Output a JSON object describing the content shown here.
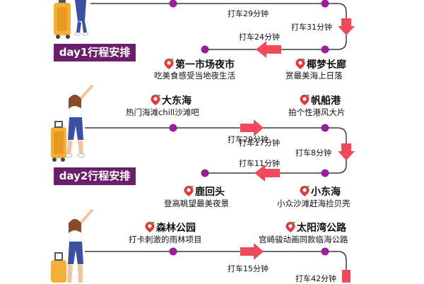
{
  "colors": {
    "line": "#3a3a3a",
    "node": "#9a1d9a",
    "arrow": "#f04a5a",
    "label_bg": "#6b1f6b",
    "pin": "#e23a3a",
    "pin_leaf": "#3fb34f"
  },
  "icons": {
    "pin": "map-pin-icon",
    "arrow": "arrow-icon",
    "traveler": "traveler-illustration"
  },
  "days": [
    {
      "label": "day1行程安排",
      "stops": [
        {
          "name": "第一市场夜市",
          "desc": "吃美食感受当地夜生活"
        },
        {
          "name": "椰梦长廊",
          "desc": "赏最美海上日落"
        }
      ],
      "rides": [
        "打车29分钟",
        "打车31分钟",
        "打车24分钟"
      ]
    },
    {
      "label": "day2行程安排",
      "stops": [
        {
          "name": "大东海",
          "desc": "热门海滩chill沙滩吧"
        },
        {
          "name": "帆船港",
          "desc": "拍个性港风大片"
        },
        {
          "name": "鹿回头",
          "desc": "登高眺望最美夜景"
        },
        {
          "name": "小东海",
          "desc": "小众沙滩赶海捡贝壳"
        }
      ],
      "rides": [
        "打车29分钟",
        "打车17分钟",
        "打车8分钟",
        "打车11分钟"
      ]
    },
    {
      "stops": [
        {
          "name": "森林公园",
          "desc": "打卡刺激的雨林项目"
        },
        {
          "name": "太阳湾公路",
          "desc": "宫崎骏动画同款临海公路"
        }
      ],
      "rides": [
        "打车15分钟",
        "打车42分钟"
      ]
    }
  ]
}
